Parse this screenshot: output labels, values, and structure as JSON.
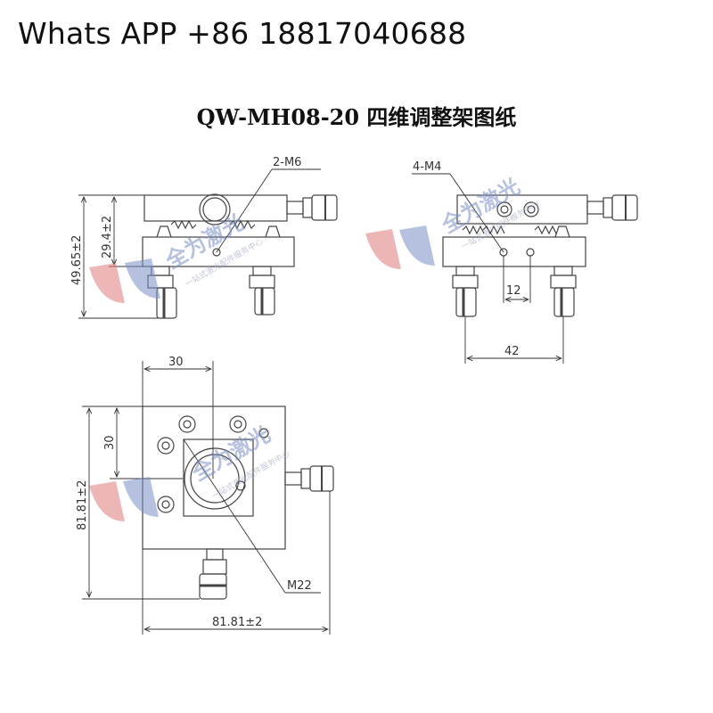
{
  "header": {
    "contact": "Whats APP +86 18817040688"
  },
  "title": "QW-MH08-20 四维调整架图纸",
  "front_view": {
    "label_holes": "2-M6",
    "dim_height_total": "49.65±2",
    "dim_height_top": "29.4±2"
  },
  "side_view": {
    "label_holes": "4-M4",
    "dim_hole_spacing": "12",
    "dim_width": "42"
  },
  "top_view": {
    "dim_offset_x": "30",
    "dim_offset_y": "30",
    "dim_height": "81.81±2",
    "dim_width": "81.81±2",
    "label_thread": "M22"
  },
  "watermark": {
    "brand": "全为激光",
    "slogan": "一站式激光配件服务中心"
  },
  "colors": {
    "line": "#333333",
    "part": "#555555",
    "watermark_red": "#e07b7b",
    "watermark_blue": "#7a8fc4"
  }
}
